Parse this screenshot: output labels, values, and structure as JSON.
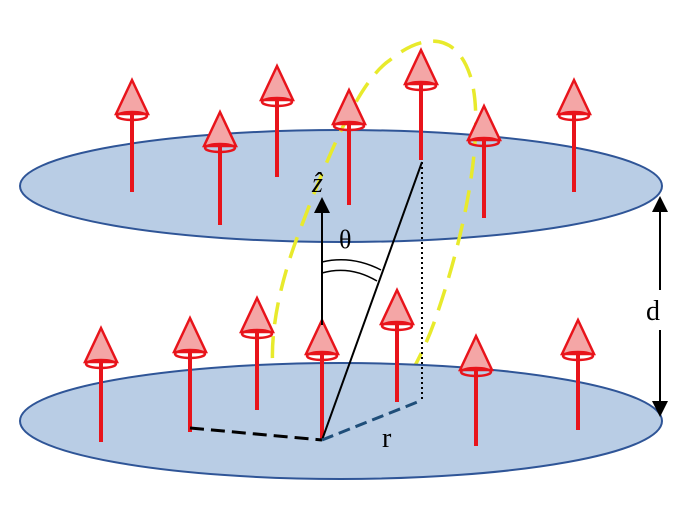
{
  "labels": {
    "z_axis": "ẑ",
    "angle": "θ",
    "radius": "r",
    "separation": "d"
  },
  "colors": {
    "disk_fill": "#B9CDE5",
    "disk_stroke": "#2F5597",
    "arrow": "#E8141B",
    "arrow_head_fill": "#F4A6A6",
    "loop": "#E8EA2C",
    "line": "#000000",
    "r_line": "#1F4E79"
  }
}
